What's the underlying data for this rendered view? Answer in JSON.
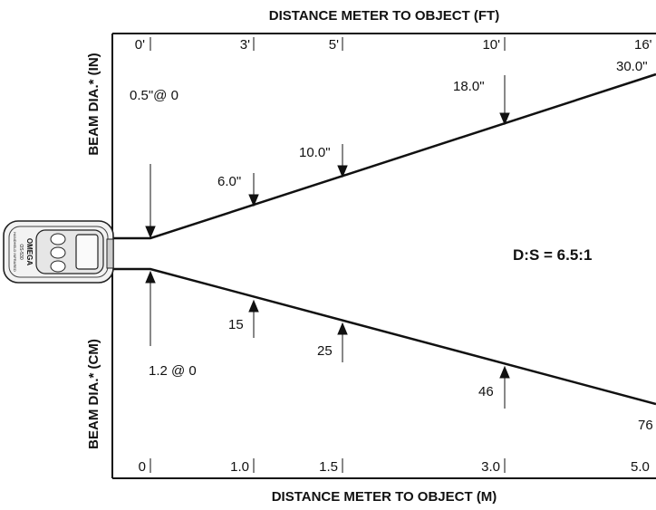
{
  "title_top": "DISTANCE METER TO OBJECT (FT)",
  "title_bottom": "DISTANCE METER TO OBJECT (M)",
  "axis_left_top": "BEAM DIA.* (IN)",
  "axis_left_bottom": "BEAM DIA.* (CM)",
  "ft_ticks": [
    "0'",
    "3'",
    "5'",
    "10'",
    "16'"
  ],
  "m_ticks": [
    "0",
    "1.0",
    "1.5",
    "3.0",
    "5.0"
  ],
  "beam_in": {
    "start": "0.5\"@ 0",
    "points": [
      "6.0\"",
      "10.0\"",
      "18.0\"",
      "30.0\""
    ]
  },
  "beam_cm": {
    "start": "1.2 @ 0",
    "points": [
      "15",
      "25",
      "46",
      "76"
    ]
  },
  "ratio": "D:S = 6.5:1",
  "device": {
    "brand": "OMEGA",
    "model": "OS-530",
    "line": "HANDHELD INFRARED"
  }
}
